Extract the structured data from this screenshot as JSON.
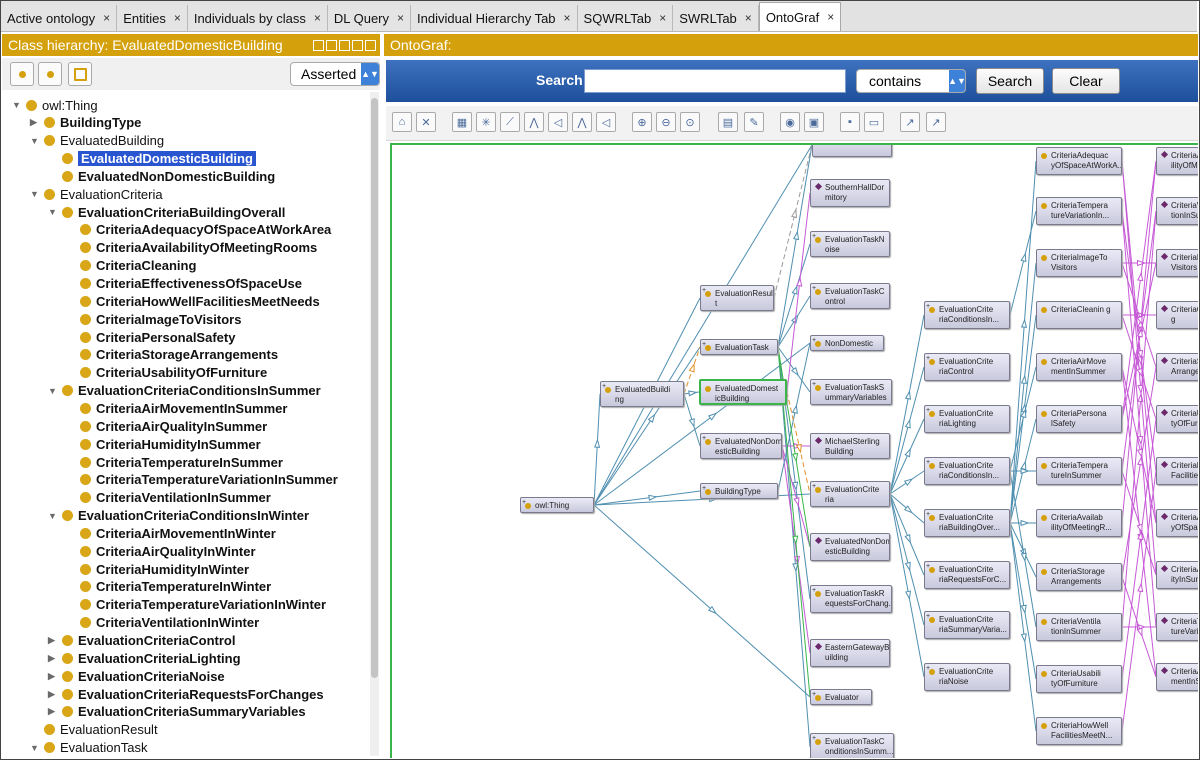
{
  "tabs": [
    {
      "label": "Active ontology",
      "active": false
    },
    {
      "label": "Entities",
      "active": false
    },
    {
      "label": "Individuals by class",
      "active": false
    },
    {
      "label": "DL Query",
      "active": false
    },
    {
      "label": "Individual Hierarchy Tab",
      "active": false
    },
    {
      "label": "SQWRLTab",
      "active": false
    },
    {
      "label": "SWRLTab",
      "active": false
    },
    {
      "label": "OntoGraf",
      "active": true
    }
  ],
  "tab_close": "×",
  "left_panel": {
    "title": "Class hierarchy: EvaluatedDomesticBuilding",
    "mode": "Asserted"
  },
  "tree": [
    {
      "label": "owl:Thing",
      "level": 0,
      "toggle": "open",
      "bold": false
    },
    {
      "label": "BuildingType",
      "level": 1,
      "toggle": "closed",
      "bold": true
    },
    {
      "label": "EvaluatedBuilding",
      "level": 1,
      "toggle": "open",
      "bold": false
    },
    {
      "label": "EvaluatedDomesticBuilding",
      "level": 2,
      "toggle": "",
      "bold": true,
      "selected": true
    },
    {
      "label": "EvaluatedNonDomesticBuilding",
      "level": 2,
      "toggle": "",
      "bold": true
    },
    {
      "label": "EvaluationCriteria",
      "level": 1,
      "toggle": "open",
      "bold": false
    },
    {
      "label": "EvaluationCriteriaBuildingOverall",
      "level": 2,
      "toggle": "open",
      "bold": true
    },
    {
      "label": "CriteriaAdequacyOfSpaceAtWorkArea",
      "level": 3,
      "toggle": "",
      "bold": true
    },
    {
      "label": "CriteriaAvailabilityOfMeetingRooms",
      "level": 3,
      "toggle": "",
      "bold": true
    },
    {
      "label": "CriteriaCleaning",
      "level": 3,
      "toggle": "",
      "bold": true
    },
    {
      "label": "CriteriaEffectivenessOfSpaceUse",
      "level": 3,
      "toggle": "",
      "bold": true
    },
    {
      "label": "CriteriaHowWellFacilitiesMeetNeeds",
      "level": 3,
      "toggle": "",
      "bold": true
    },
    {
      "label": "CriteriaImageToVisitors",
      "level": 3,
      "toggle": "",
      "bold": true
    },
    {
      "label": "CriteriaPersonalSafety",
      "level": 3,
      "toggle": "",
      "bold": true
    },
    {
      "label": "CriteriaStorageArrangements",
      "level": 3,
      "toggle": "",
      "bold": true
    },
    {
      "label": "CriteriaUsabilityOfFurniture",
      "level": 3,
      "toggle": "",
      "bold": true
    },
    {
      "label": "EvaluationCriteriaConditionsInSummer",
      "level": 2,
      "toggle": "open",
      "bold": true
    },
    {
      "label": "CriteriaAirMovementInSummer",
      "level": 3,
      "toggle": "",
      "bold": true
    },
    {
      "label": "CriteriaAirQualityInSummer",
      "level": 3,
      "toggle": "",
      "bold": true
    },
    {
      "label": "CriteriaHumidityInSummer",
      "level": 3,
      "toggle": "",
      "bold": true
    },
    {
      "label": "CriteriaTemperatureInSummer",
      "level": 3,
      "toggle": "",
      "bold": true
    },
    {
      "label": "CriteriaTemperatureVariationInSummer",
      "level": 3,
      "toggle": "",
      "bold": true
    },
    {
      "label": "CriteriaVentilationInSummer",
      "level": 3,
      "toggle": "",
      "bold": true
    },
    {
      "label": "EvaluationCriteriaConditionsInWinter",
      "level": 2,
      "toggle": "open",
      "bold": true
    },
    {
      "label": "CriteriaAirMovementInWinter",
      "level": 3,
      "toggle": "",
      "bold": true
    },
    {
      "label": "CriteriaAirQualityInWinter",
      "level": 3,
      "toggle": "",
      "bold": true
    },
    {
      "label": "CriteriaHumidityInWinter",
      "level": 3,
      "toggle": "",
      "bold": true
    },
    {
      "label": "CriteriaTemperatureInWinter",
      "level": 3,
      "toggle": "",
      "bold": true
    },
    {
      "label": "CriteriaTemperatureVariationInWinter",
      "level": 3,
      "toggle": "",
      "bold": true
    },
    {
      "label": "CriteriaVentilationInWinter",
      "level": 3,
      "toggle": "",
      "bold": true
    },
    {
      "label": "EvaluationCriteriaControl",
      "level": 2,
      "toggle": "closed",
      "bold": true
    },
    {
      "label": "EvaluationCriteriaLighting",
      "level": 2,
      "toggle": "closed",
      "bold": true
    },
    {
      "label": "EvaluationCriteriaNoise",
      "level": 2,
      "toggle": "closed",
      "bold": true
    },
    {
      "label": "EvaluationCriteriaRequestsForChanges",
      "level": 2,
      "toggle": "closed",
      "bold": true
    },
    {
      "label": "EvaluationCriteriaSummaryVariables",
      "level": 2,
      "toggle": "closed",
      "bold": true
    },
    {
      "label": "EvaluationResult",
      "level": 1,
      "toggle": "",
      "bold": false
    },
    {
      "label": "EvaluationTask",
      "level": 1,
      "toggle": "open",
      "bold": false
    }
  ],
  "right_panel": {
    "title": "OntoGraf:",
    "search_label": "Search:",
    "search_value": "",
    "match_mode": "contains",
    "search_button": "Search",
    "clear_button": "Clear"
  },
  "graph_nodes": [
    {
      "id": "thing",
      "label": "owl:Thing",
      "kind": "class",
      "plus": true
    },
    {
      "id": "evb",
      "label": "EvaluatedBuildi ng",
      "kind": "class",
      "plus": true
    },
    {
      "id": "evres",
      "label": "EvaluationResul t",
      "kind": "class",
      "plus": true
    },
    {
      "id": "evtask",
      "label": "EvaluationTask",
      "kind": "class",
      "plus": true
    },
    {
      "id": "evdom",
      "label": "EvaluatedDomest icBuilding",
      "kind": "class",
      "plus": false,
      "selected": true
    },
    {
      "id": "evnd",
      "label": "EvaluatedNonDom esticBuilding",
      "kind": "class",
      "plus": true
    },
    {
      "id": "btype",
      "label": "BuildingType",
      "kind": "class",
      "plus": true
    },
    {
      "id": "topc",
      "label": "",
      "kind": "class",
      "plus": false
    },
    {
      "id": "shd",
      "label": "SouthernHallDor mitory",
      "kind": "individual",
      "plus": false
    },
    {
      "id": "etn",
      "label": "EvaluationTaskN oise",
      "kind": "class",
      "plus": true
    },
    {
      "id": "etc",
      "label": "EvaluationTaskC ontrol",
      "kind": "class",
      "plus": true
    },
    {
      "id": "nd",
      "label": "NonDomestic",
      "kind": "class",
      "plus": true
    },
    {
      "id": "etsv",
      "label": "EvaluationTaskS ummaryVariables",
      "kind": "class",
      "plus": true
    },
    {
      "id": "msb",
      "label": "MichaelSterling Building",
      "kind": "individual",
      "plus": false
    },
    {
      "id": "evcrit",
      "label": "EvaluationCrite ria",
      "kind": "class",
      "plus": true
    },
    {
      "id": "endb",
      "label": "EvaluatedNonDom esticBuilding",
      "kind": "individual",
      "plus": false
    },
    {
      "id": "etrfc",
      "label": "EvaluationTaskR equestsForChang...",
      "kind": "class",
      "plus": true
    },
    {
      "id": "egb",
      "label": "EasternGatewayB uilding",
      "kind": "individual",
      "plus": false
    },
    {
      "id": "evaluator",
      "label": "Evaluator",
      "kind": "class",
      "plus": true
    },
    {
      "id": "etcis",
      "label": "EvaluationTaskC onditionsInSumm...",
      "kind": "class",
      "plus": true
    },
    {
      "id": "ecci",
      "label": "EvaluationCrite riaConditionsIn...",
      "kind": "class",
      "plus": true
    },
    {
      "id": "ecc",
      "label": "EvaluationCrite riaControl",
      "kind": "class",
      "plus": true
    },
    {
      "id": "ecl",
      "label": "EvaluationCrite riaLighting",
      "kind": "class",
      "plus": true
    },
    {
      "id": "ecci2",
      "label": "EvaluationCrite riaConditionsIn...",
      "kind": "class",
      "plus": true
    },
    {
      "id": "ecbo",
      "label": "EvaluationCrite riaBuildingOver...",
      "kind": "class",
      "plus": true
    },
    {
      "id": "ecrfc",
      "label": "EvaluationCrite riaRequestsForC...",
      "kind": "class",
      "plus": true
    },
    {
      "id": "ecsv",
      "label": "EvaluationCrite riaSummaryVaria...",
      "kind": "class",
      "plus": true
    },
    {
      "id": "ecn",
      "label": "EvaluationCrite riaNoise",
      "kind": "class",
      "plus": true
    },
    {
      "id": "caos",
      "label": "CriteriaAdequac yOfSpaceAtWorkA...",
      "kind": "class",
      "plus": false
    },
    {
      "id": "ctvi",
      "label": "CriteriaTempera tureVariationIn...",
      "kind": "class",
      "plus": false
    },
    {
      "id": "citv",
      "label": "CriteriaImageTo Visitors",
      "kind": "class",
      "plus": false
    },
    {
      "id": "ccl",
      "label": "CriteriaCleanin g",
      "kind": "class",
      "plus": false
    },
    {
      "id": "cams",
      "label": "CriteriaAirMove mentInSummer",
      "kind": "class",
      "plus": false
    },
    {
      "id": "cps",
      "label": "CriteriaPersona lSafety",
      "kind": "class",
      "plus": false
    },
    {
      "id": "ctis",
      "label": "CriteriaTempera tureInSummer",
      "kind": "class",
      "plus": false
    },
    {
      "id": "caom",
      "label": "CriteriaAvailab ilityOfMeetingR...",
      "kind": "class",
      "plus": false
    },
    {
      "id": "csa",
      "label": "CriteriaStorage Arrangements",
      "kind": "class",
      "plus": false
    },
    {
      "id": "cvis",
      "label": "CriteriaVentila tionInSummer",
      "kind": "class",
      "plus": false
    },
    {
      "id": "cuof",
      "label": "CriteriaUsabili tyOfFurniture",
      "kind": "class",
      "plus": false
    },
    {
      "id": "chwf",
      "label": "CriteriaHowWell FacilitiesMeetN...",
      "kind": "class",
      "plus": false
    },
    {
      "id": "e1",
      "label": "CriteriaA ilityOfMe",
      "kind": "individual",
      "plus": false
    },
    {
      "id": "e2",
      "label": "CriteriaV tionInSu",
      "kind": "individual",
      "plus": false
    },
    {
      "id": "e3",
      "label": "CriteriaI Visitors",
      "kind": "individual",
      "plus": false
    },
    {
      "id": "e4",
      "label": "CriteriaC g",
      "kind": "individual",
      "plus": false
    },
    {
      "id": "e5",
      "label": "CriteriaS Arrange",
      "kind": "individual",
      "plus": false
    },
    {
      "id": "e6",
      "label": "CriteriaU tyOfFurn",
      "kind": "individual",
      "plus": false
    },
    {
      "id": "e7",
      "label": "CriteriaH Facilities",
      "kind": "individual",
      "plus": false
    },
    {
      "id": "e8",
      "label": "CriteriaA yOfSpace",
      "kind": "individual",
      "plus": false
    },
    {
      "id": "e9",
      "label": "CriteriaA ityInSum",
      "kind": "individual",
      "plus": false
    },
    {
      "id": "e10",
      "label": "CriteriaT tureVari",
      "kind": "individual",
      "plus": false
    },
    {
      "id": "e11",
      "label": "CriteriaA mentInSu",
      "kind": "individual",
      "plus": false
    }
  ],
  "graph_edges": [
    {
      "from": "thing",
      "to": "evb",
      "color": "blue"
    },
    {
      "from": "thing",
      "to": "evres",
      "color": "blue"
    },
    {
      "from": "thing",
      "to": "evtask",
      "color": "blue"
    },
    {
      "from": "thing",
      "to": "btype",
      "color": "blue"
    },
    {
      "from": "thing",
      "to": "evcrit",
      "color": "blue"
    },
    {
      "from": "thing",
      "to": "evaluator",
      "color": "blue"
    },
    {
      "from": "thing",
      "to": "nd",
      "color": "blue"
    },
    {
      "from": "thing",
      "to": "topc",
      "color": "blue"
    },
    {
      "from": "evb",
      "to": "evdom",
      "color": "blue"
    },
    {
      "from": "evb",
      "to": "evnd",
      "color": "blue"
    },
    {
      "from": "evtask",
      "to": "etn",
      "color": "blue"
    },
    {
      "from": "evtask",
      "to": "etc",
      "color": "blue"
    },
    {
      "from": "evtask",
      "to": "etsv",
      "color": "blue"
    },
    {
      "from": "evtask",
      "to": "etrfc",
      "color": "blue"
    },
    {
      "from": "evtask",
      "to": "etcis",
      "color": "blue"
    },
    {
      "from": "evtask",
      "to": "topc",
      "color": "blue"
    },
    {
      "from": "evdom",
      "to": "shd",
      "color": "purple"
    },
    {
      "from": "evnd",
      "to": "msb",
      "color": "purple"
    },
    {
      "from": "evnd",
      "to": "egb",
      "color": "purple"
    },
    {
      "from": "evnd",
      "to": "endb",
      "color": "purple"
    },
    {
      "from": "btype",
      "to": "nd",
      "color": "blue"
    },
    {
      "from": "evb",
      "to": "evtask",
      "color": "orange"
    },
    {
      "from": "evdom",
      "to": "evcrit",
      "color": "orange"
    },
    {
      "from": "evres",
      "to": "topc",
      "color": "gray"
    },
    {
      "from": "evcrit",
      "to": "ecci",
      "color": "blue"
    },
    {
      "from": "evcrit",
      "to": "ecc",
      "color": "blue"
    },
    {
      "from": "evcrit",
      "to": "ecl",
      "color": "blue"
    },
    {
      "from": "evcrit",
      "to": "ecci2",
      "color": "blue"
    },
    {
      "from": "evcrit",
      "to": "ecbo",
      "color": "blue"
    },
    {
      "from": "evcrit",
      "to": "ecrfc",
      "color": "blue"
    },
    {
      "from": "evcrit",
      "to": "ecsv",
      "color": "blue"
    },
    {
      "from": "evcrit",
      "to": "ecn",
      "color": "blue"
    },
    {
      "from": "ecbo",
      "to": "caos",
      "color": "blue"
    },
    {
      "from": "ecbo",
      "to": "citv",
      "color": "blue"
    },
    {
      "from": "ecbo",
      "to": "ccl",
      "color": "blue"
    },
    {
      "from": "ecbo",
      "to": "cps",
      "color": "blue"
    },
    {
      "from": "ecbo",
      "to": "caom",
      "color": "blue"
    },
    {
      "from": "ecbo",
      "to": "csa",
      "color": "blue"
    },
    {
      "from": "ecbo",
      "to": "cuof",
      "color": "blue"
    },
    {
      "from": "ecbo",
      "to": "chwf",
      "color": "blue"
    },
    {
      "from": "ecci2",
      "to": "cams",
      "color": "blue"
    },
    {
      "from": "ecci2",
      "to": "ctis",
      "color": "blue"
    },
    {
      "from": "ecci2",
      "to": "cvis",
      "color": "blue"
    },
    {
      "from": "ecci",
      "to": "ctvi",
      "color": "blue"
    },
    {
      "from": "caos",
      "to": "e8",
      "color": "purple"
    },
    {
      "from": "ctvi",
      "to": "e10",
      "color": "purple"
    },
    {
      "from": "citv",
      "to": "e3",
      "color": "purple"
    },
    {
      "from": "ccl",
      "to": "e4",
      "color": "purple"
    },
    {
      "from": "cams",
      "to": "e11",
      "color": "purple"
    },
    {
      "from": "cps",
      "to": "e1",
      "color": "purple"
    },
    {
      "from": "ctis",
      "to": "e2",
      "color": "purple"
    },
    {
      "from": "caom",
      "to": "e1",
      "color": "purple"
    },
    {
      "from": "csa",
      "to": "e5",
      "color": "purple"
    },
    {
      "from": "cvis",
      "to": "e2",
      "color": "purple"
    },
    {
      "from": "cuof",
      "to": "e6",
      "color": "purple"
    },
    {
      "from": "chwf",
      "to": "e7",
      "color": "purple"
    },
    {
      "from": "caos",
      "to": "e9",
      "color": "purple"
    },
    {
      "from": "ctvi",
      "to": "e7",
      "color": "purple"
    },
    {
      "from": "citv",
      "to": "e5",
      "color": "purple"
    },
    {
      "from": "ccl",
      "to": "e6",
      "color": "purple"
    },
    {
      "from": "cams",
      "to": "e8",
      "color": "purple"
    },
    {
      "from": "ctis",
      "to": "e9",
      "color": "purple"
    },
    {
      "from": "cvis",
      "to": "e10",
      "color": "purple"
    },
    {
      "from": "csa",
      "to": "e11",
      "color": "purple"
    },
    {
      "from": "cps",
      "to": "e3",
      "color": "purple"
    },
    {
      "from": "evtask",
      "to": "endb",
      "color": "green"
    },
    {
      "from": "evtask",
      "to": "evaluator",
      "color": "green"
    }
  ],
  "colors": {
    "accent_gold": "#d4a10c",
    "class_dot": "#d8a617",
    "individual_diamond": "#6b2a6b",
    "edge_blue": "#4f8fb0",
    "edge_purple": "#c659d6",
    "edge_orange": "#e0902a",
    "edge_green": "#39b54a",
    "edge_gray": "#999999",
    "search_bar": "#2b5ea9",
    "selection": "#2a55d0"
  }
}
